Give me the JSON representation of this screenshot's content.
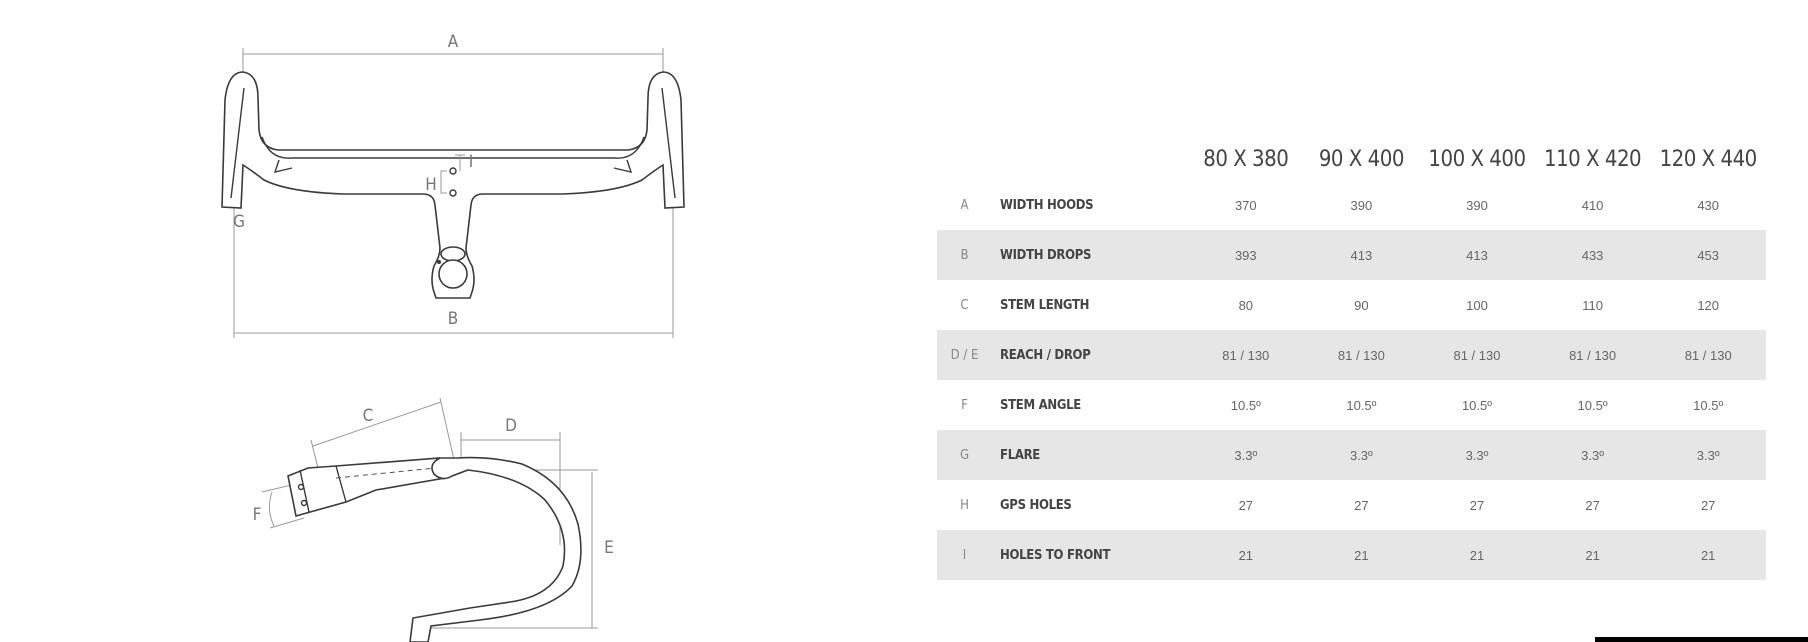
{
  "diagram": {
    "label_a": "A",
    "label_b": "B",
    "label_c": "C",
    "label_d": "D",
    "label_e": "E",
    "label_f": "F",
    "label_g": "G",
    "label_h": "H",
    "label_i": "I"
  },
  "table": {
    "sizes": [
      "80 X 380",
      "90 X 400",
      "100 X 400",
      "110 X 420",
      "120 X 440"
    ],
    "rows": [
      {
        "letter": "A",
        "name": "WIDTH HOODS",
        "values": [
          "370",
          "390",
          "390",
          "410",
          "430"
        ]
      },
      {
        "letter": "B",
        "name": "WIDTH DROPS",
        "values": [
          "393",
          "413",
          "413",
          "433",
          "453"
        ]
      },
      {
        "letter": "C",
        "name": "STEM LENGTH",
        "values": [
          "80",
          "90",
          "100",
          "110",
          "120"
        ]
      },
      {
        "letter": "D / E",
        "name": "REACH / DROP",
        "values": [
          "81 / 130",
          "81 / 130",
          "81 / 130",
          "81 / 130",
          "81 / 130"
        ]
      },
      {
        "letter": "F",
        "name": "STEM ANGLE",
        "values": [
          "10.5º",
          "10.5º",
          "10.5º",
          "10.5º",
          "10.5º"
        ]
      },
      {
        "letter": "G",
        "name": "FLARE",
        "values": [
          "3.3º",
          "3.3º",
          "3.3º",
          "3.3º",
          "3.3º"
        ]
      },
      {
        "letter": "H",
        "name": "GPS HOLES",
        "values": [
          "27",
          "27",
          "27",
          "27",
          "27"
        ]
      },
      {
        "letter": "I",
        "name": "HOLES TO FRONT",
        "values": [
          "21",
          "21",
          "21",
          "21",
          "21"
        ]
      }
    ]
  }
}
